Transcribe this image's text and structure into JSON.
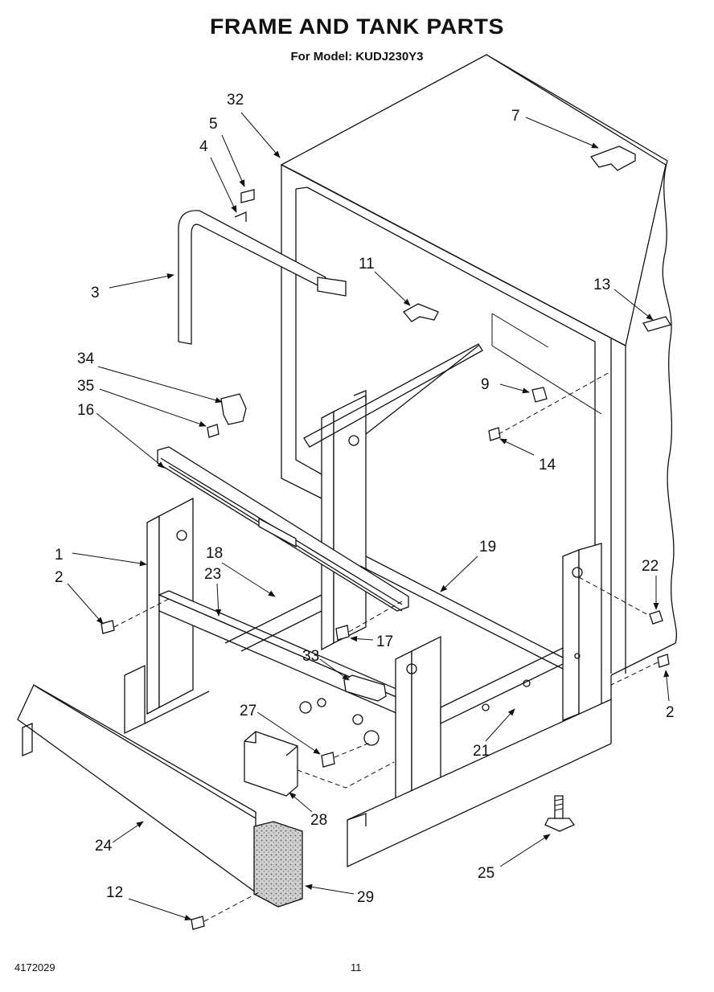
{
  "header": {
    "title": "FRAME AND TANK PARTS",
    "subtitle": "For Model: KUDJ230Y3"
  },
  "footer": {
    "doc_number": "4172029",
    "page_number": "11"
  },
  "callouts": {
    "c1": "1",
    "c2a": "2",
    "c2b": "2",
    "c3": "3",
    "c4": "4",
    "c5": "5",
    "c7": "7",
    "c9": "9",
    "c11": "11",
    "c12": "12",
    "c13": "13",
    "c14": "14",
    "c16": "16",
    "c17": "17",
    "c18": "18",
    "c19": "19",
    "c21": "21",
    "c22": "22",
    "c23": "23",
    "c24": "24",
    "c25": "25",
    "c27": "27",
    "c28": "28",
    "c29": "29",
    "c32": "32",
    "c33": "33",
    "c34": "34",
    "c35": "35"
  }
}
